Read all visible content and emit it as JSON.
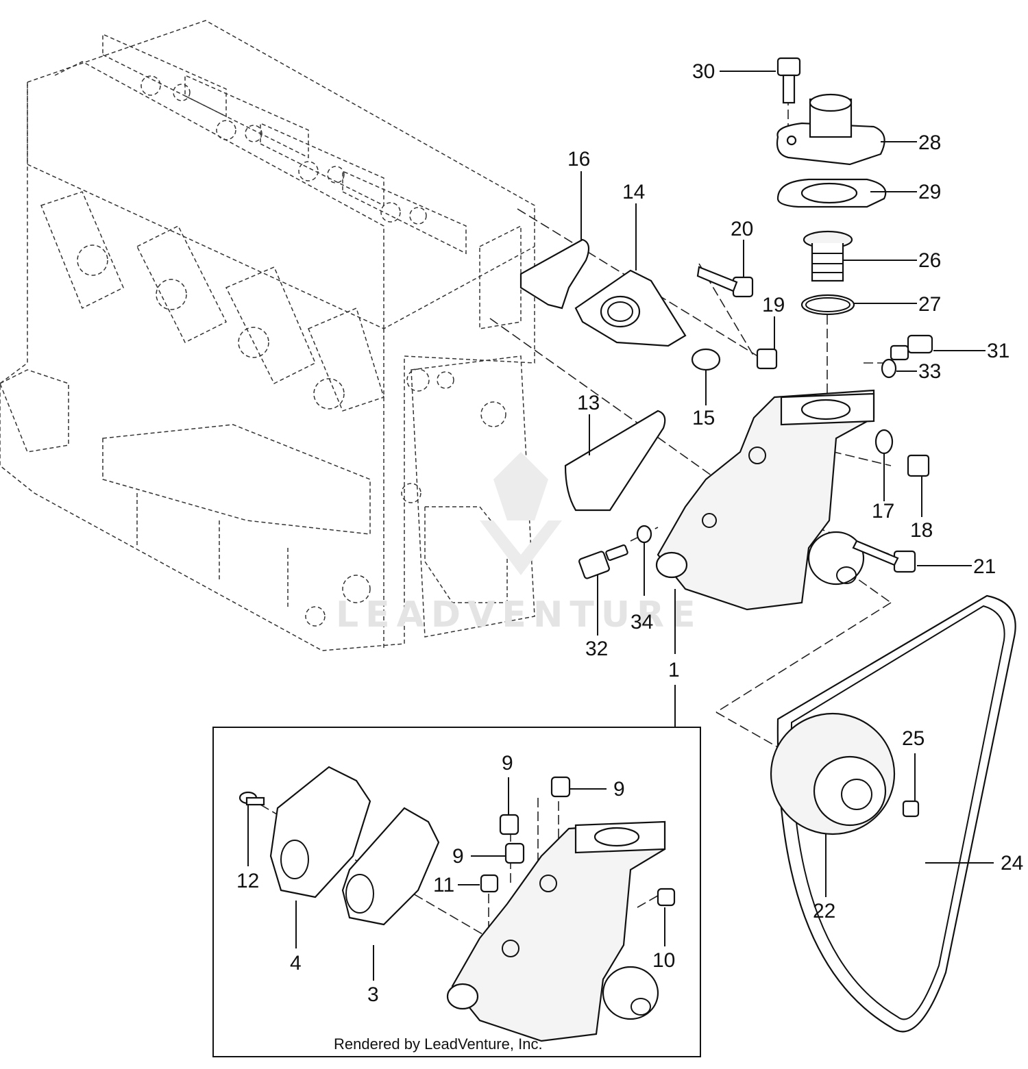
{
  "diagram": {
    "credit": "Rendered by LeadVenture, Inc.",
    "watermark": "LEADVENTURE",
    "callouts": {
      "n30": "30",
      "n28": "28",
      "n29": "29",
      "n26": "26",
      "n27": "27",
      "n31": "31",
      "n33": "33",
      "n16": "16",
      "n14": "14",
      "n20": "20",
      "n19": "19",
      "n15": "15",
      "n13": "13",
      "n17": "17",
      "n18": "18",
      "n21": "21",
      "n34": "34",
      "n32": "32",
      "n1": "1",
      "n25": "25",
      "n24": "24",
      "n22": "22",
      "n9a": "9",
      "n9b": "9",
      "n9c": "9",
      "n11": "11",
      "n12": "12",
      "n4": "4",
      "n3": "3",
      "n10": "10"
    }
  }
}
